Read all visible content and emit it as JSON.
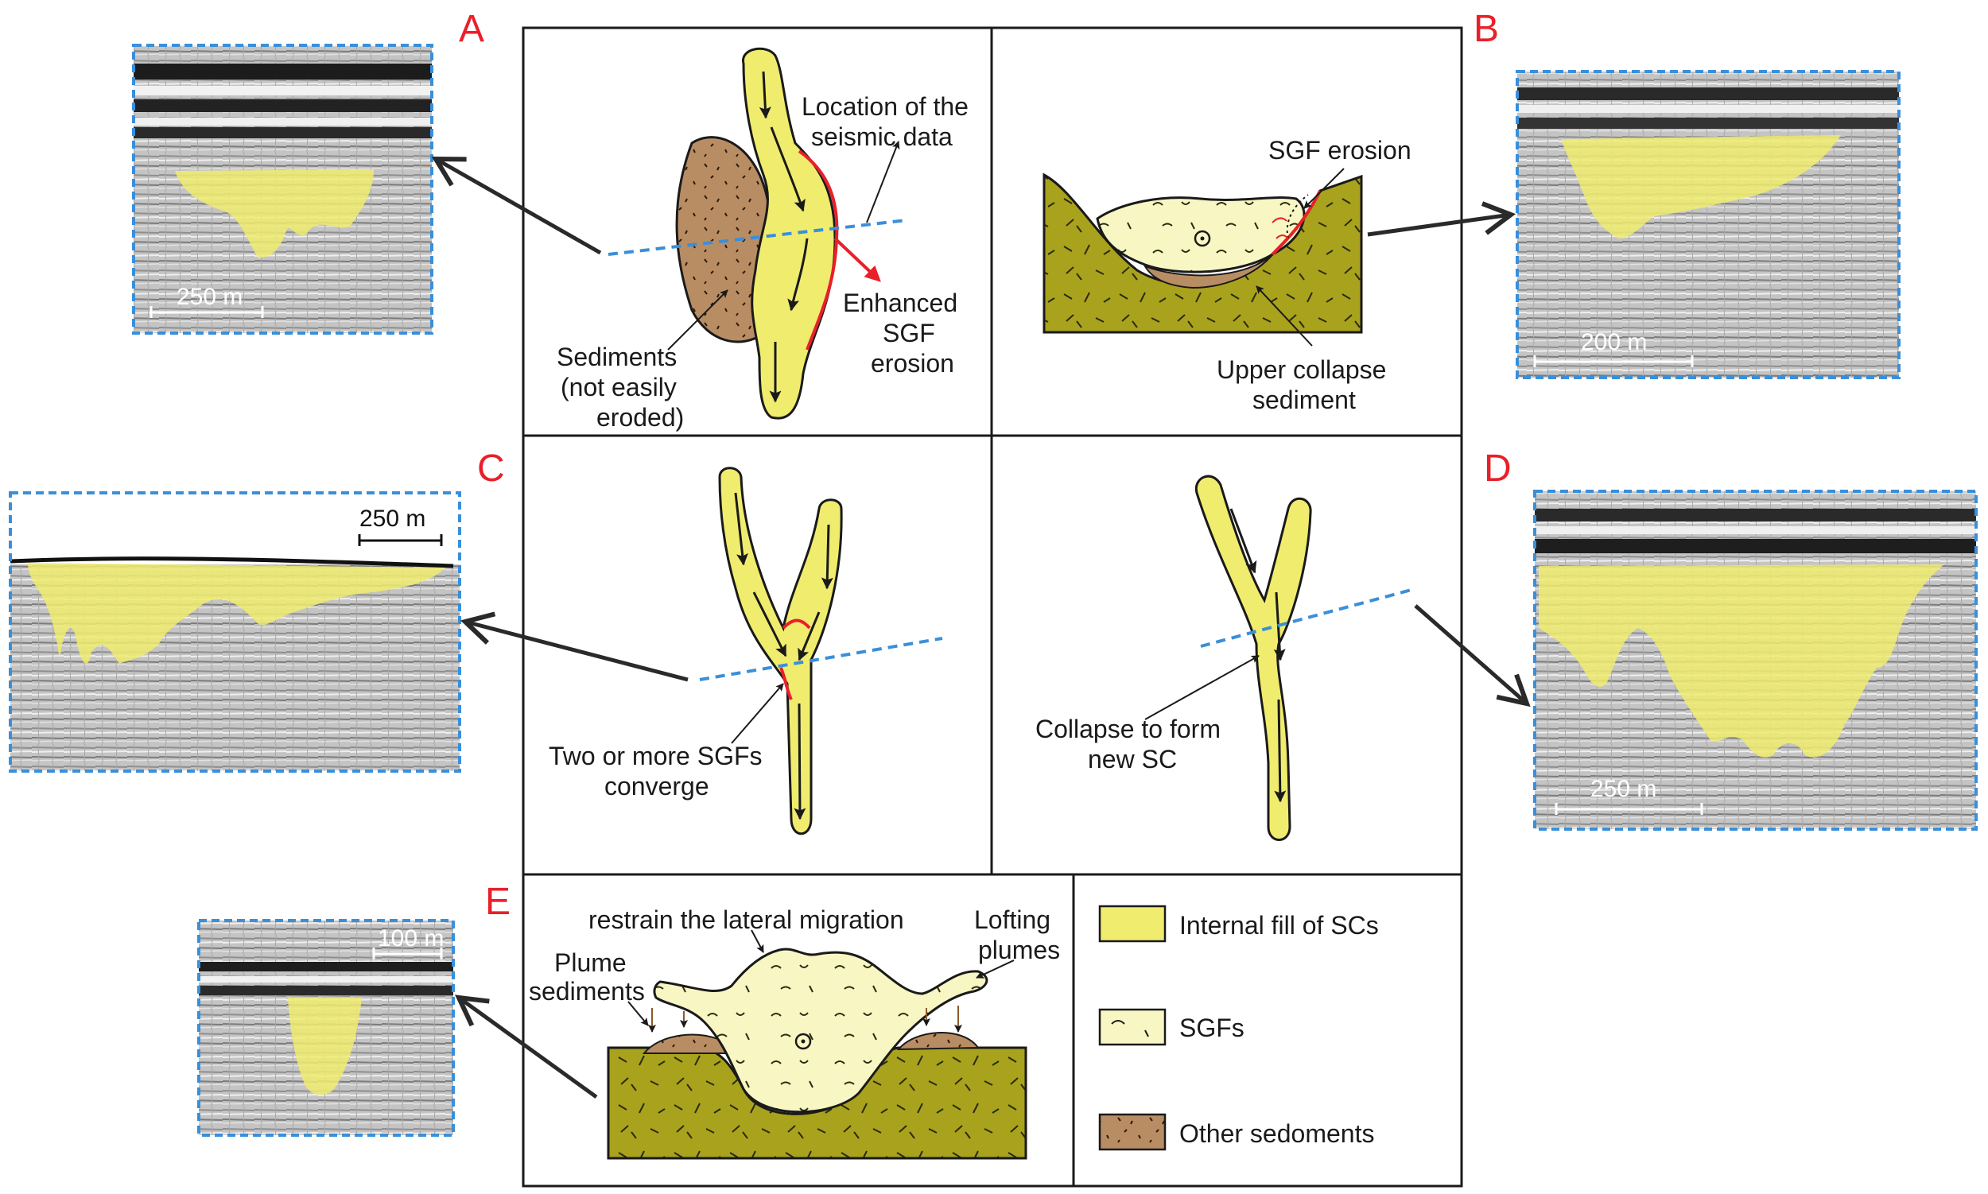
{
  "panels": {
    "A": {
      "letter": "A",
      "label_location": "Location of the\nseismic data",
      "label_sediments": "Sediments\n(not  easily\neroded)",
      "label_enhanced": "Enhanced\nSGF\nerosion",
      "scale": "250 m"
    },
    "B": {
      "letter": "B",
      "label_sgf_erosion": "SGF  erosion",
      "label_upper": "Upper collapse\nsediment",
      "scale": "200 m"
    },
    "C": {
      "letter": "C",
      "label_converge": "Two or more SGFs\nconverge",
      "scale": "250 m"
    },
    "D": {
      "letter": "D",
      "label_collapse": "Collapse to form\nnew SC",
      "scale": "250 m"
    },
    "E": {
      "letter": "E",
      "label_restrain": "restrain the lateral migration",
      "label_plume_sed": "Plume\nsediments",
      "label_lofting": "Lofting\nplumes",
      "scale": "100 m"
    }
  },
  "legend": {
    "items": [
      {
        "label": "Internal fill of SCs",
        "color": "#f0ec6e"
      },
      {
        "label": "SGFs",
        "color": "#f8f6c2"
      },
      {
        "label": "Other sedoments",
        "color": "#b98d63"
      }
    ]
  },
  "colors": {
    "fill_yellow": "#f0ec6e",
    "sgf_pale": "#f8f6c2",
    "olive": "#a9a21c",
    "brown": "#b98d63",
    "red": "#e8202a",
    "blue_dash": "#3a8fd9"
  }
}
